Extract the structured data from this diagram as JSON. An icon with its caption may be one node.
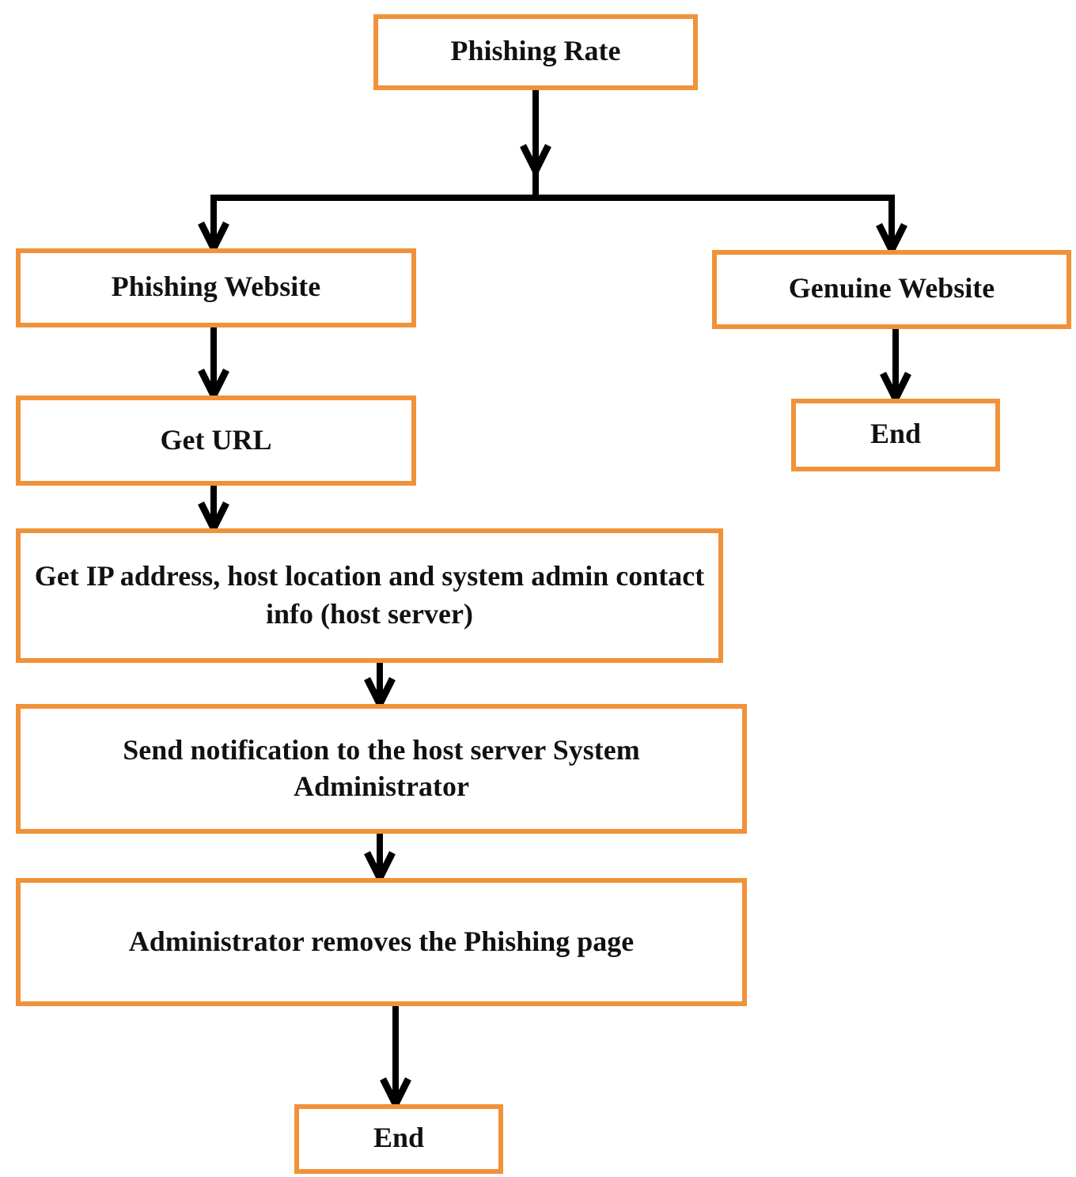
{
  "diagram": {
    "nodes": [
      {
        "text": [
          "Phishing Rate"
        ]
      },
      {
        "text": [
          "Phishing Website"
        ]
      },
      {
        "text": [
          "Genuine Website"
        ]
      },
      {
        "text": [
          "End"
        ]
      },
      {
        "text": [
          "Get URL"
        ]
      },
      {
        "text": [
          "Get IP address, host location and system admin contact info (host server)"
        ]
      },
      {
        "text": [
          "Send notification to the host server System Administrator"
        ]
      },
      {
        "text": [
          "Administrator removes the Phishing page"
        ]
      },
      {
        "text": [
          "End"
        ]
      }
    ],
    "edges": [
      {
        "from": 0,
        "to": 1,
        "arrow": "to"
      },
      {
        "from": 0,
        "to": 2,
        "arrow": "to"
      },
      {
        "from": 1,
        "to": 4,
        "arrow": "to"
      },
      {
        "from": 2,
        "to": 3,
        "arrow": "to"
      },
      {
        "from": 4,
        "to": 5,
        "arrow": "to"
      },
      {
        "from": 5,
        "to": 6,
        "arrow": "to"
      },
      {
        "from": 6,
        "to": 7,
        "arrow": "to"
      },
      {
        "from": 7,
        "to": 8,
        "arrow": "to"
      }
    ]
  }
}
